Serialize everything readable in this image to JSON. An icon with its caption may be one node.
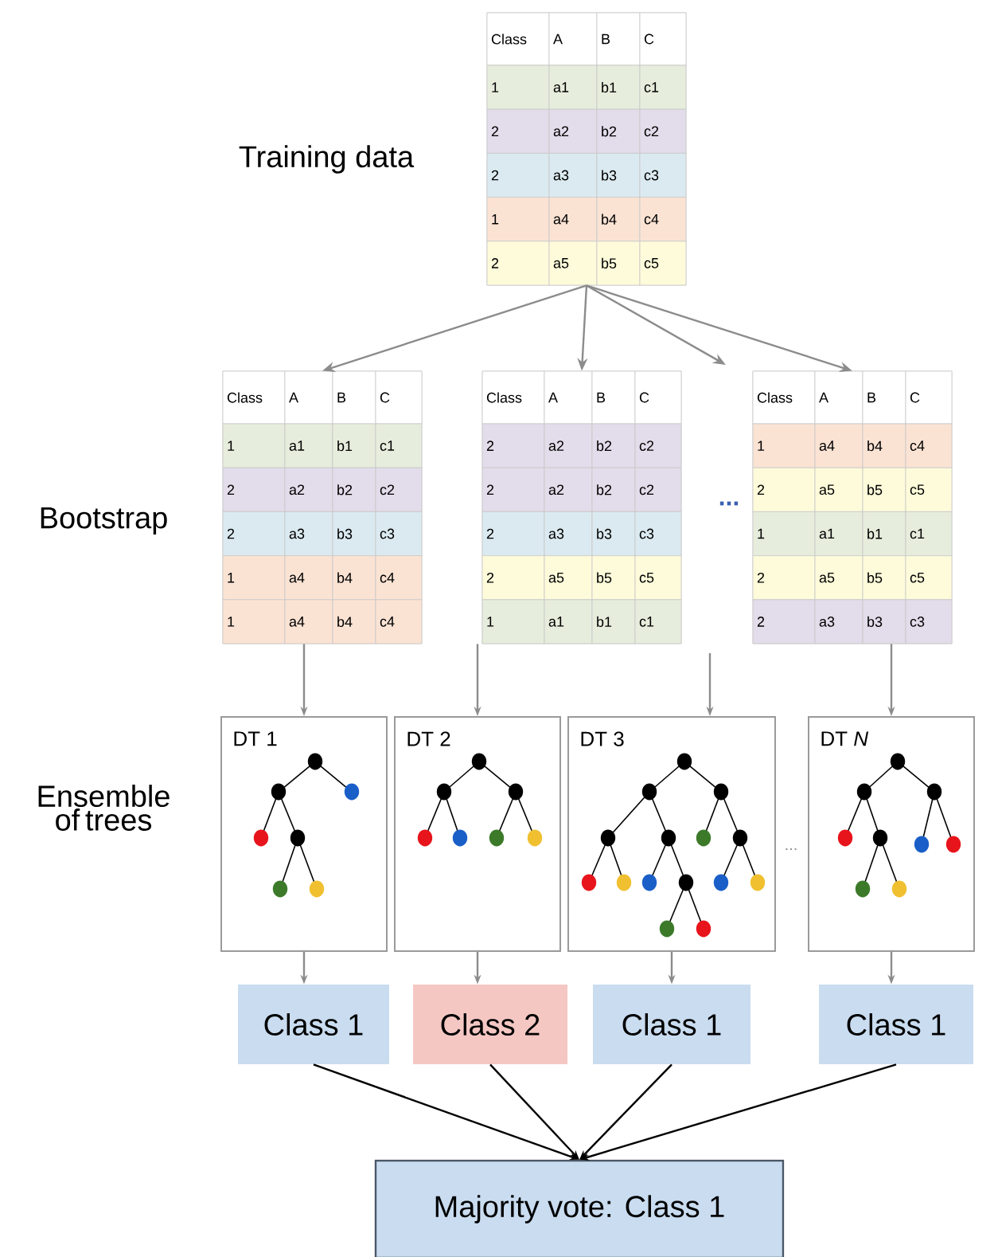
{
  "diagram": {
    "nodes": [
      {
        "text": [
          "Class",
          "A",
          "B",
          "C",
          "1",
          "a1",
          "b1",
          "c1",
          "2",
          "a2",
          "b2",
          "c2",
          "2",
          "a3",
          "b3",
          "c3",
          "1",
          "a4",
          "b4",
          "c4",
          "2",
          "a5",
          "b5",
          "c5"
        ]
      },
      {
        "text": [
          "Class",
          "A",
          "B",
          "C",
          "1",
          "a1",
          "b1",
          "c1",
          "2",
          "a2",
          "b2",
          "c2",
          "2",
          "a3",
          "b3",
          "c3",
          "1",
          "a4",
          "b4",
          "c4",
          "1",
          "a4",
          "b4",
          "c4"
        ]
      },
      {
        "text": [
          "Class",
          "A",
          "B",
          "C",
          "2",
          "a2",
          "b2",
          "c2",
          "2",
          "a2",
          "b2",
          "c2",
          "2",
          "a3",
          "b3",
          "c3",
          "2",
          "a5",
          "b5",
          "c5",
          "1",
          "a1",
          "b1",
          "c1"
        ]
      },
      {
        "text": [
          "Class",
          "A",
          "B",
          "C",
          "1",
          "a4",
          "b4",
          "c4",
          "2",
          "a5",
          "b5",
          "c5",
          "1",
          "a1",
          "b1",
          "c1",
          "2",
          "a5",
          "b5",
          "c5",
          "2",
          "a3",
          "b3",
          "c3"
        ]
      },
      {
        "text": [
          "DT 1"
        ]
      },
      {
        "text": [
          "DT 2"
        ]
      },
      {
        "text": [
          "DT 3"
        ]
      },
      {
        "text": [
          "DT *N*"
        ]
      },
      {
        "text": [
          "Class 1"
        ]
      },
      {
        "text": [
          "Class 2"
        ]
      },
      {
        "text": [
          "Class 1"
        ]
      },
      {
        "text": [
          "Class 1"
        ]
      },
      {
        "text": [
          "Majority vote: Class 1"
        ]
      }
    ],
    "edges": [
      {
        "from": 0,
        "to": 1,
        "arrow": "to"
      },
      {
        "from": 0,
        "to": 2,
        "arrow": "to"
      },
      {
        "from": 0,
        "to": null,
        "arrow": "to"
      },
      {
        "from": 0,
        "to": 3,
        "arrow": "to"
      },
      {
        "from": 1,
        "to": 4,
        "arrow": "to"
      },
      {
        "from": 2,
        "to": 5,
        "arrow": "to"
      },
      {
        "from": null,
        "to": 6,
        "arrow": "to"
      },
      {
        "from": 3,
        "to": 7,
        "arrow": "to"
      },
      {
        "from": 4,
        "to": 8,
        "arrow": "to"
      },
      {
        "from": 5,
        "to": 9,
        "arrow": "to"
      },
      {
        "from": 6,
        "to": 10,
        "arrow": "to"
      },
      {
        "from": 7,
        "to": 11,
        "arrow": "to"
      },
      {
        "from": 8,
        "to": 12,
        "arrow": "to",
        "color": "#000000"
      },
      {
        "from": 9,
        "to": 12,
        "arrow": "to",
        "color": "#000000"
      },
      {
        "from": 10,
        "to": 12,
        "arrow": "to",
        "color": "#000000"
      },
      {
        "from": 11,
        "to": 12,
        "arrow": "to",
        "color": "#000000"
      }
    ],
    "labels": [
      "Training data",
      "Bootstrap",
      "Ensemble of trees",
      "...",
      "..."
    ]
  }
}
